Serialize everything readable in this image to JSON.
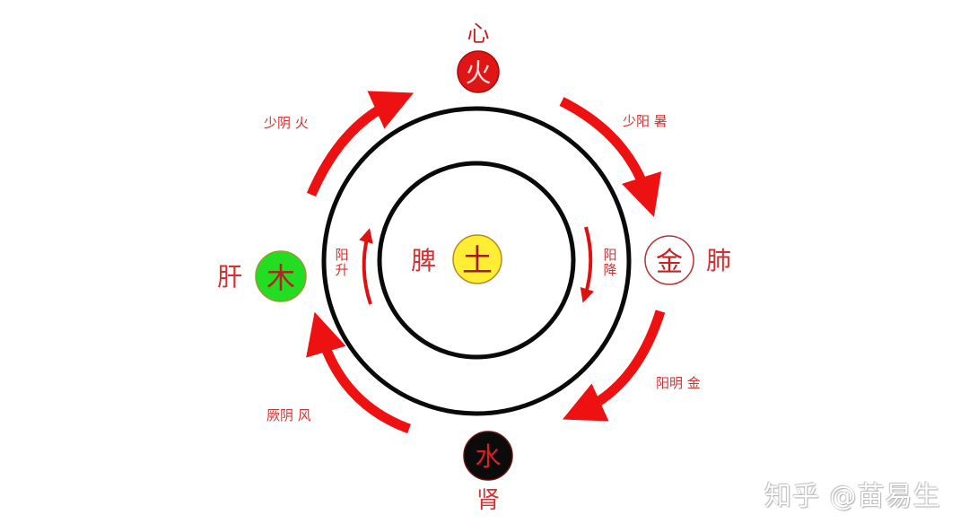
{
  "colors": {
    "arrow_red": "#ee1111",
    "text_red": "#d23232",
    "ring_black": "#0a0a0a",
    "fire_fill": "#e01515",
    "wood_fill": "#22dd22",
    "earth_fill": "#ffee33",
    "metal_fill": "#ffffff",
    "water_fill": "#0b0b0b"
  },
  "top": {
    "organ": "心",
    "element": "火"
  },
  "left": {
    "organ": "肝",
    "element": "木"
  },
  "right": {
    "organ": "肺",
    "element": "金"
  },
  "bottom": {
    "organ": "肾",
    "element": "水"
  },
  "center": {
    "organ": "脾",
    "element": "土"
  },
  "inner_arrows": {
    "left_label_1": "阳",
    "left_label_2": "升",
    "right_label_1": "阳",
    "right_label_2": "降"
  },
  "outer_arrows": {
    "top_left": "少阴 火",
    "top_right": "少阳 暑",
    "bottom_right": "阳明 金",
    "bottom_left": "厥阴 风"
  },
  "watermark": "知乎 @苗易生"
}
